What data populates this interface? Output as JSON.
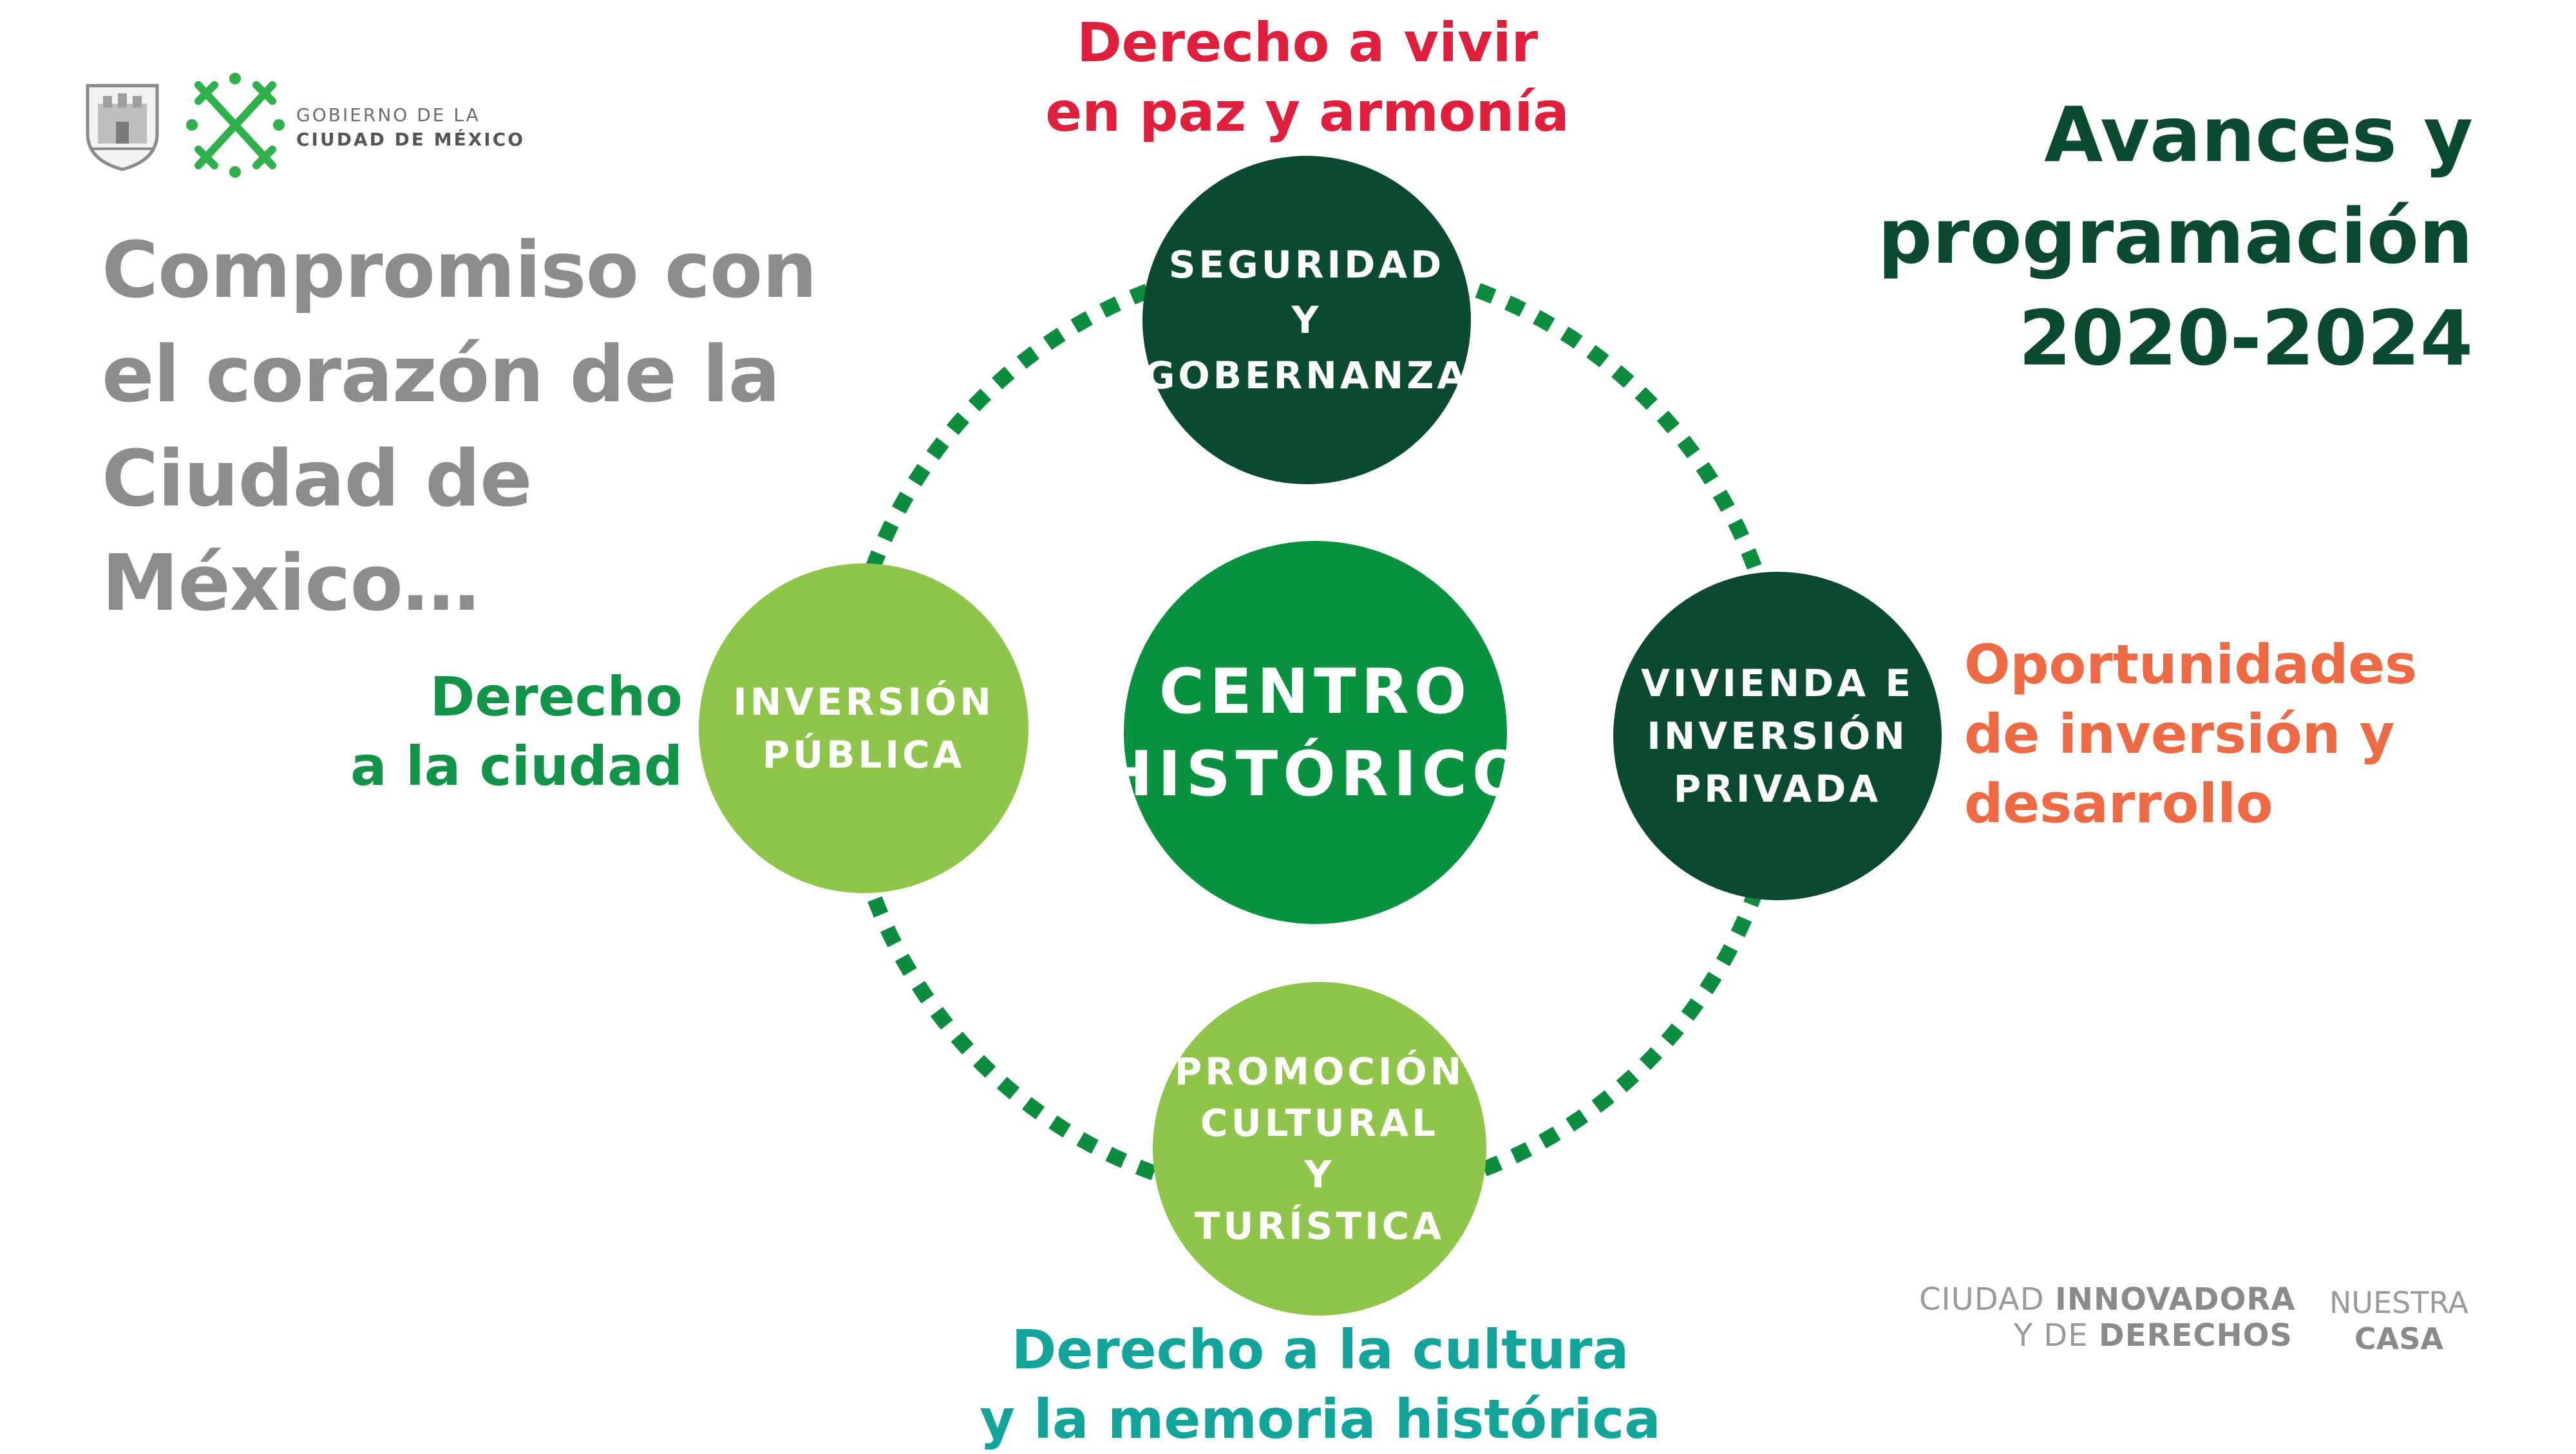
{
  "header": {
    "gov_line1": "GOBIERNO DE LA",
    "gov_line2": "CIUDAD DE MÉXICO"
  },
  "headline": [
    "Compromiso con",
    "el corazón de la",
    "Ciudad de",
    "México…"
  ],
  "title": [
    "Avances y",
    "programación",
    "2020-2024"
  ],
  "center": [
    "CENTRO",
    "HISTÓRICO"
  ],
  "nodes": {
    "top": [
      "SEGURIDAD",
      "Y",
      "GOBERNANZA"
    ],
    "right": [
      "VIVIENDA E",
      "INVERSIÓN",
      "PRIVADA"
    ],
    "left": [
      "INVERSIÓN",
      "PÚBLICA"
    ],
    "bottom": [
      "PROMOCIÓN",
      "CULTURAL",
      "Y",
      "TURÍSTICA"
    ]
  },
  "rights": {
    "top": [
      "Derecho a vivir",
      "en paz y armonía"
    ],
    "left": [
      "Derecho",
      "a la ciudad"
    ],
    "right": [
      "Oportunidades",
      "de inversión y",
      "desarrollo"
    ],
    "bottom": [
      "Derecho a la cultura",
      "y la memoria histórica"
    ]
  },
  "footer": {
    "brand_line1_plain": "CIUDAD ",
    "brand_line1_bold": "INNOVADORA",
    "brand_line2_plain": "Y DE ",
    "brand_line2_bold": "DERECHOS",
    "casa_line1": "NUESTRA",
    "casa_line2": "CASA"
  },
  "colors": {
    "dark_green": "#0b4a2f",
    "mid_green": "#08913f",
    "light_green": "#8fc54b",
    "red": "#e01f3d",
    "orange": "#ee6a44",
    "teal": "#12a49a",
    "gray": "#8c8c8c"
  }
}
